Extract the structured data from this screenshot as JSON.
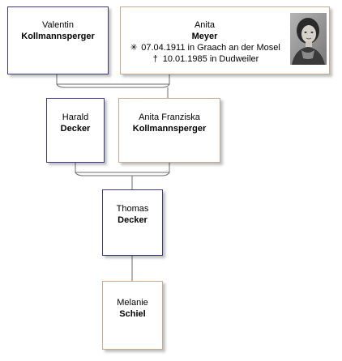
{
  "persons": {
    "valentin": {
      "given": "Valentin",
      "surname": "Kollmannsperger"
    },
    "anita_meyer": {
      "given": "Anita",
      "surname": "Meyer",
      "birth_symbol": "✳",
      "birth": "07.04.1911 in Graach an der Mosel",
      "death_symbol": "†",
      "death": "10.01.1985 in Dudweiler",
      "photo_icon": "portrait-photo"
    },
    "harald": {
      "given": "Harald",
      "surname": "Decker"
    },
    "anita_franziska": {
      "given": "Anita Franziska",
      "surname": "Kollmannsperger"
    },
    "thomas": {
      "given": "Thomas",
      "surname": "Decker"
    },
    "melanie": {
      "given": "Melanie",
      "surname": "Schiel"
    }
  },
  "colors": {
    "male_border": "#3a3a8c",
    "female_border": "#c9ab8c",
    "connector": "#6b6b6b"
  }
}
